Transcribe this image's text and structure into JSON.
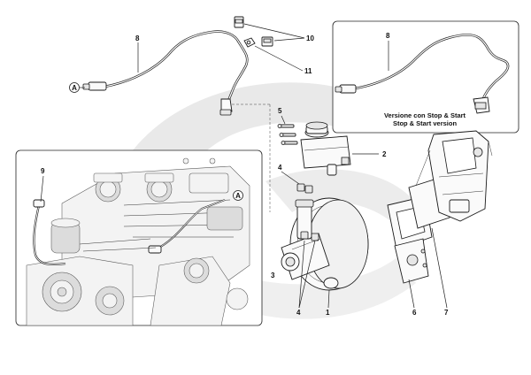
{
  "diagram": {
    "callouts": {
      "c1": "1",
      "c2": "2",
      "c3": "3",
      "c4_top": "4",
      "c4_bottom": "4",
      "c5": "5",
      "c6": "6",
      "c7": "7",
      "c8_main": "8",
      "c8_inset": "8",
      "c9": "9",
      "c10": "10",
      "c11": "11"
    },
    "markers": {
      "a_left": "A",
      "a_engine": "A"
    },
    "inset": {
      "caption_it": "Versione con Stop & Start",
      "caption_en": "Stop & Start version"
    },
    "watermark_color": "#e8e8e8"
  }
}
